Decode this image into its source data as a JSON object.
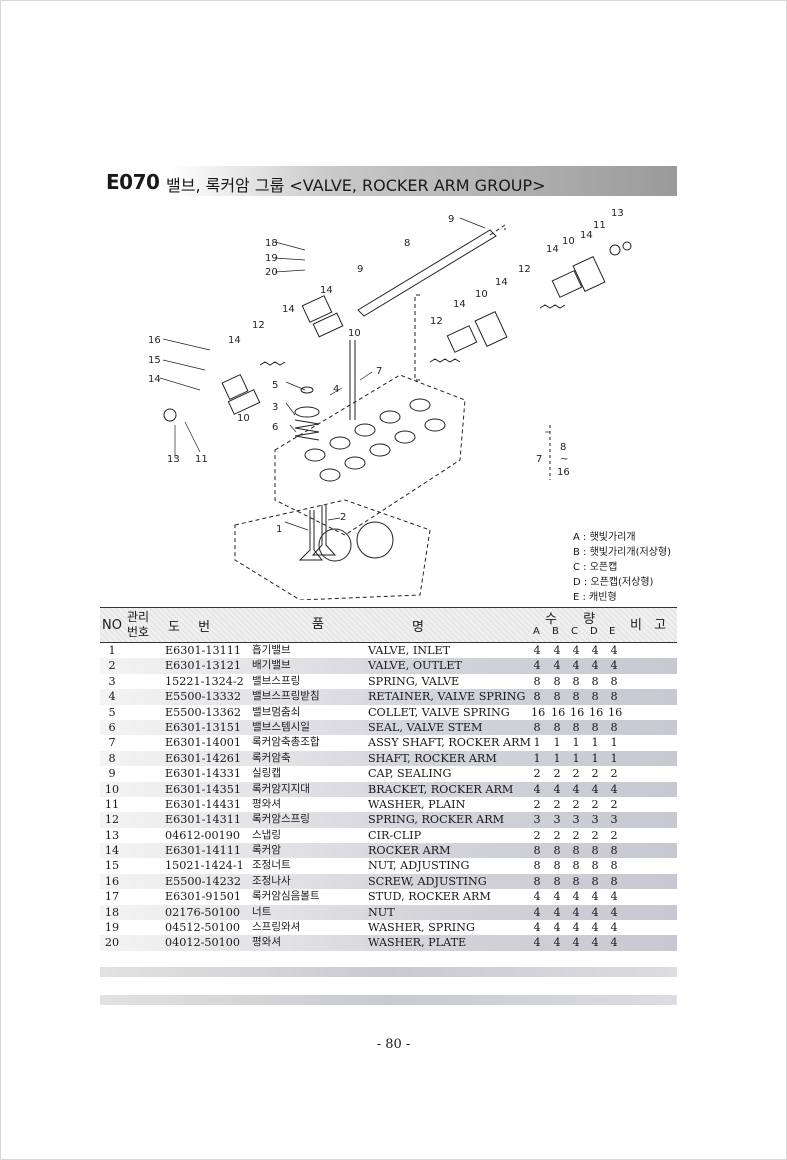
{
  "header": {
    "code": "E070",
    "title": "밸브, 록커암 그룹 <VALVE, ROCKER ARM GROUP>"
  },
  "diagram": {
    "callouts": [
      "1",
      "2",
      "3",
      "4",
      "5",
      "6",
      "7",
      "8",
      "9",
      "9",
      "10",
      "10",
      "10",
      "10",
      "11",
      "11",
      "12",
      "12",
      "12",
      "13",
      "13",
      "14",
      "14",
      "14",
      "14",
      "14",
      "14",
      "14",
      "15",
      "16",
      "18",
      "19",
      "20"
    ],
    "range_note": {
      "ref": "7",
      "top": "8",
      "tilde": "~",
      "bottom": "16"
    }
  },
  "legend": [
    "A : 햇빛가리개",
    "B : 햇빛가리개(저상형)",
    "C : 오픈캡",
    "D : 오픈캡(저상형)",
    "E : 캐빈형"
  ],
  "table": {
    "headers": {
      "no": "NO",
      "mgmt_top": "관리",
      "mgmt_bottom": "번호",
      "drawing": "도 번",
      "name_a": "품",
      "name_b": "명",
      "qty_top": "수 량",
      "qty_cols": [
        "A",
        "B",
        "C",
        "D",
        "E"
      ],
      "remarks": "비 고"
    },
    "rows": [
      {
        "no": "1",
        "pn": "E6301-13111",
        "kr": "흡기밸브",
        "en": "VALVE, INLET",
        "q": [
          "4",
          "4",
          "4",
          "4",
          "4"
        ]
      },
      {
        "no": "2",
        "pn": "E6301-13121",
        "kr": "배기밸브",
        "en": "VALVE, OUTLET",
        "q": [
          "4",
          "4",
          "4",
          "4",
          "4"
        ]
      },
      {
        "no": "3",
        "pn": "15221-1324-2",
        "kr": "밸브스프링",
        "en": "SPRING, VALVE",
        "q": [
          "8",
          "8",
          "8",
          "8",
          "8"
        ]
      },
      {
        "no": "4",
        "pn": "E5500-13332",
        "kr": "밸브스프링받침",
        "en": "RETAINER, VALVE SPRING",
        "q": [
          "8",
          "8",
          "8",
          "8",
          "8"
        ]
      },
      {
        "no": "5",
        "pn": "E5500-13362",
        "kr": "밸브멈춤쇠",
        "en": "COLLET, VALVE SPRING",
        "q": [
          "16",
          "16",
          "16",
          "16",
          "16"
        ]
      },
      {
        "no": "6",
        "pn": "E6301-13151",
        "kr": "밸브스템시일",
        "en": "SEAL, VALVE STEM",
        "q": [
          "8",
          "8",
          "8",
          "8",
          "8"
        ]
      },
      {
        "no": "7",
        "pn": "E6301-14001",
        "kr": "록커암축총조합",
        "en": "ASSY SHAFT, ROCKER ARM",
        "q": [
          "1",
          "1",
          "1",
          "1",
          "1"
        ]
      },
      {
        "no": "8",
        "pn": "E6301-14261",
        "kr": "록커암축",
        "en": "SHAFT, ROCKER ARM",
        "q": [
          "1",
          "1",
          "1",
          "1",
          "1"
        ]
      },
      {
        "no": "9",
        "pn": "E6301-14331",
        "kr": "실링캡",
        "en": "CAP, SEALING",
        "q": [
          "2",
          "2",
          "2",
          "2",
          "2"
        ]
      },
      {
        "no": "10",
        "pn": "E6301-14351",
        "kr": "록커암지지대",
        "en": "BRACKET, ROCKER ARM",
        "q": [
          "4",
          "4",
          "4",
          "4",
          "4"
        ]
      },
      {
        "no": "11",
        "pn": "E6301-14431",
        "kr": "평와셔",
        "en": "WASHER, PLAIN",
        "q": [
          "2",
          "2",
          "2",
          "2",
          "2"
        ]
      },
      {
        "no": "12",
        "pn": "E6301-14311",
        "kr": "록커암스프링",
        "en": "SPRING, ROCKER ARM",
        "q": [
          "3",
          "3",
          "3",
          "3",
          "3"
        ]
      },
      {
        "no": "13",
        "pn": "04612-00190",
        "kr": "스냅링",
        "en": "CIR-CLIP",
        "q": [
          "2",
          "2",
          "2",
          "2",
          "2"
        ]
      },
      {
        "no": "14",
        "pn": "E6301-14111",
        "kr": "록커암",
        "en": "ROCKER ARM",
        "q": [
          "8",
          "8",
          "8",
          "8",
          "8"
        ]
      },
      {
        "no": "15",
        "pn": "15021-1424-1",
        "kr": "조정너트",
        "en": "NUT, ADJUSTING",
        "q": [
          "8",
          "8",
          "8",
          "8",
          "8"
        ]
      },
      {
        "no": "16",
        "pn": "E5500-14232",
        "kr": "조정나사",
        "en": "SCREW, ADJUSTING",
        "q": [
          "8",
          "8",
          "8",
          "8",
          "8"
        ]
      },
      {
        "no": "17",
        "pn": "E6301-91501",
        "kr": "록커암심음볼트",
        "en": "STUD, ROCKER ARM",
        "q": [
          "4",
          "4",
          "4",
          "4",
          "4"
        ]
      },
      {
        "no": "18",
        "pn": "02176-50100",
        "kr": "너트",
        "en": "NUT",
        "q": [
          "4",
          "4",
          "4",
          "4",
          "4"
        ]
      },
      {
        "no": "19",
        "pn": "04512-50100",
        "kr": "스프링와셔",
        "en": "WASHER, SPRING",
        "q": [
          "4",
          "4",
          "4",
          "4",
          "4"
        ]
      },
      {
        "no": "20",
        "pn": "04012-50100",
        "kr": "평와셔",
        "en": "WASHER, PLATE",
        "q": [
          "4",
          "4",
          "4",
          "4",
          "4"
        ]
      }
    ]
  },
  "footer": {
    "page": "- 80 -"
  }
}
